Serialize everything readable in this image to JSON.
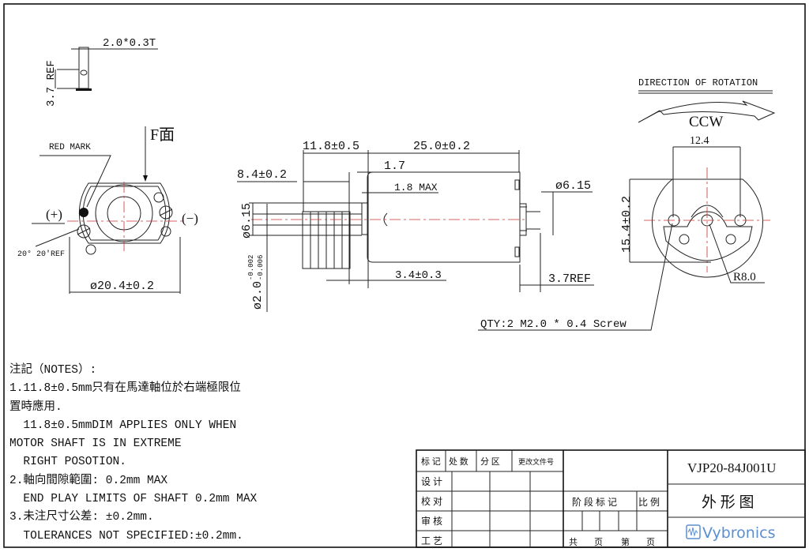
{
  "left_view": {
    "tab_dim": "2.0*0.3T",
    "tab_height": "3.7 REF",
    "face_label": "F面",
    "red_mark": "RED MARK",
    "plus": "(+)",
    "minus": "(−)",
    "angle": "20° 20'REF",
    "diameter": "ø20.4±0.2"
  },
  "side_view": {
    "shaft_length": "11.8±0.5",
    "body_length": "25.0±0.2",
    "weight_length": "8.4±0.2",
    "gap": "1.7",
    "max": "1.8 MAX",
    "dia_right": "ø6.15",
    "dia_left": "ø6.15",
    "shaft_dia": "ø2.0",
    "shaft_tol_upper": "-0.002",
    "shaft_tol_lower": "-0.006",
    "offset": "3.4±0.3",
    "terminal": "3.7REF"
  },
  "end_view": {
    "rotation_title": "DIRECTION  OF  ROTATION",
    "rotation": "CCW",
    "spacing": "12.4",
    "height": "15.4±0.2",
    "radius": "R8.0",
    "screw": "QTY:2 M2.0 * 0.4 Screw"
  },
  "notes": [
    "注記（NOTES）:",
    "1.11.8±0.5mm只有在馬達軸位於右端極限位",
    "置時應用.",
    "  11.8±0.5mmDIM APPLIES ONLY WHEN",
    "MOTOR SHAFT IS IN EXTREME",
    "  RIGHT POSOTION.",
    "2.軸向間隙範圍: 0.2mm MAX",
    "  END PLAY LIMITS OF SHAFT 0.2mm MAX",
    "3.未注尺寸公差: ±0.2mm.",
    "  TOLERANCES NOT SPECIFIED:±0.2mm."
  ],
  "title_block": {
    "headers": [
      "标 记",
      "处 数",
      "分  区",
      "更改文件号"
    ],
    "rows": [
      "设 计",
      "校 对",
      "审 核",
      "工 艺"
    ],
    "stage": "阶 段 标 记",
    "scale": "比 例",
    "pages": [
      "共",
      "页",
      "第",
      "页"
    ],
    "part_number": "VJP20-84J001U",
    "drawing_title": "外 形 图",
    "logo_text": "Vybronics",
    "logo_color": "#5b8fd0"
  }
}
